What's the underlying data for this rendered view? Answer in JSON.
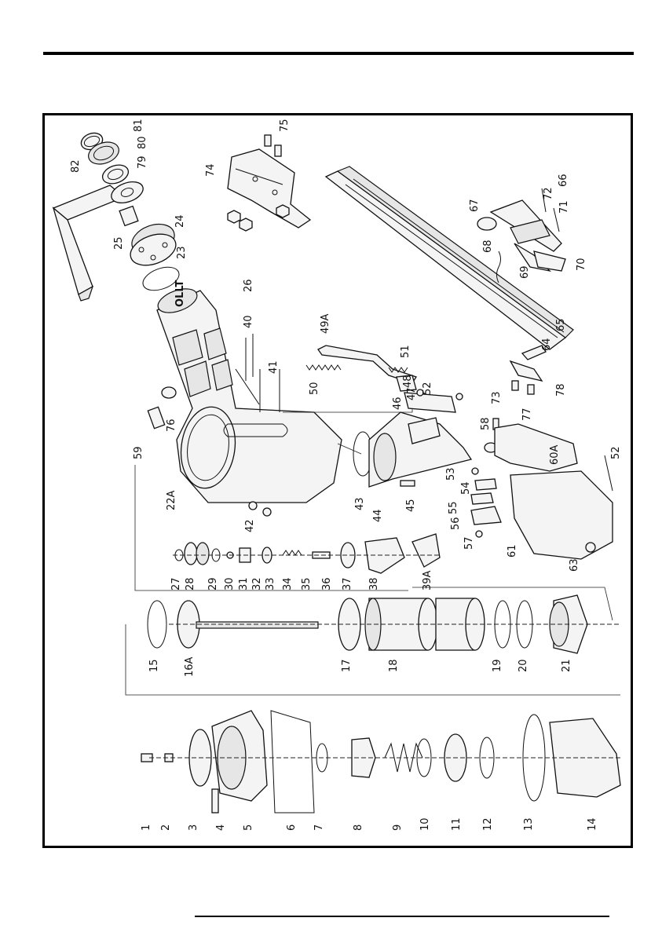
{
  "page": {
    "header_rule": "",
    "footer_rule": ""
  },
  "parts": [
    {
      "id": "p1",
      "label": "1"
    },
    {
      "id": "p2",
      "label": "2"
    },
    {
      "id": "p3",
      "label": "3"
    },
    {
      "id": "p4",
      "label": "4"
    },
    {
      "id": "p5",
      "label": "5"
    },
    {
      "id": "p6",
      "label": "6"
    },
    {
      "id": "p7",
      "label": "7"
    },
    {
      "id": "p8",
      "label": "8"
    },
    {
      "id": "p9",
      "label": "9"
    },
    {
      "id": "p10",
      "label": "10"
    },
    {
      "id": "p11",
      "label": "11"
    },
    {
      "id": "p12",
      "label": "12"
    },
    {
      "id": "p13",
      "label": "13"
    },
    {
      "id": "p14",
      "label": "14"
    },
    {
      "id": "p15",
      "label": "15"
    },
    {
      "id": "p16a",
      "label": "16A"
    },
    {
      "id": "p17",
      "label": "17"
    },
    {
      "id": "p18",
      "label": "18"
    },
    {
      "id": "p19",
      "label": "19"
    },
    {
      "id": "p20",
      "label": "20"
    },
    {
      "id": "p21",
      "label": "21"
    },
    {
      "id": "p22a",
      "label": "22A"
    },
    {
      "id": "p23",
      "label": "23"
    },
    {
      "id": "p24",
      "label": "24"
    },
    {
      "id": "p25",
      "label": "25"
    },
    {
      "id": "p26",
      "label": "26"
    },
    {
      "id": "p27",
      "label": "27"
    },
    {
      "id": "p28",
      "label": "28"
    },
    {
      "id": "p29",
      "label": "29"
    },
    {
      "id": "p30",
      "label": "30"
    },
    {
      "id": "p31",
      "label": "31"
    },
    {
      "id": "p32",
      "label": "32"
    },
    {
      "id": "p33",
      "label": "33"
    },
    {
      "id": "p34",
      "label": "34"
    },
    {
      "id": "p35",
      "label": "35"
    },
    {
      "id": "p36",
      "label": "36"
    },
    {
      "id": "p37",
      "label": "37"
    },
    {
      "id": "p38",
      "label": "38"
    },
    {
      "id": "p39a",
      "label": "39A"
    },
    {
      "id": "p40",
      "label": "40"
    },
    {
      "id": "p41",
      "label": "41"
    },
    {
      "id": "p42",
      "label": "42"
    },
    {
      "id": "p43",
      "label": "43"
    },
    {
      "id": "p44",
      "label": "44"
    },
    {
      "id": "p45",
      "label": "45"
    },
    {
      "id": "p46",
      "label": "46"
    },
    {
      "id": "p47",
      "label": "47"
    },
    {
      "id": "p48",
      "label": "48"
    },
    {
      "id": "p49a",
      "label": "49A"
    },
    {
      "id": "p50",
      "label": "50"
    },
    {
      "id": "p51",
      "label": "51"
    },
    {
      "id": "p52a",
      "label": "52"
    },
    {
      "id": "p52b",
      "label": "52"
    },
    {
      "id": "p53",
      "label": "53"
    },
    {
      "id": "p54",
      "label": "54"
    },
    {
      "id": "p55",
      "label": "55"
    },
    {
      "id": "p56",
      "label": "56"
    },
    {
      "id": "p57",
      "label": "57"
    },
    {
      "id": "p58",
      "label": "58"
    },
    {
      "id": "p59",
      "label": "59"
    },
    {
      "id": "p60a",
      "label": "60A"
    },
    {
      "id": "p61",
      "label": "61"
    },
    {
      "id": "p63",
      "label": "63"
    },
    {
      "id": "p64",
      "label": "64"
    },
    {
      "id": "p65",
      "label": "65"
    },
    {
      "id": "p66",
      "label": "66"
    },
    {
      "id": "p67",
      "label": "67"
    },
    {
      "id": "p68",
      "label": "68"
    },
    {
      "id": "p69",
      "label": "69"
    },
    {
      "id": "p70",
      "label": "70"
    },
    {
      "id": "p71",
      "label": "71"
    },
    {
      "id": "p72",
      "label": "72"
    },
    {
      "id": "p73",
      "label": "73"
    },
    {
      "id": "p74",
      "label": "74"
    },
    {
      "id": "p75",
      "label": "75"
    },
    {
      "id": "p76",
      "label": "76"
    },
    {
      "id": "p77",
      "label": "77"
    },
    {
      "id": "p78",
      "label": "78"
    },
    {
      "id": "p79",
      "label": "79"
    },
    {
      "id": "p80",
      "label": "80"
    },
    {
      "id": "p81",
      "label": "81"
    },
    {
      "id": "p82",
      "label": "82"
    }
  ],
  "housing_stamp": "OLLT"
}
